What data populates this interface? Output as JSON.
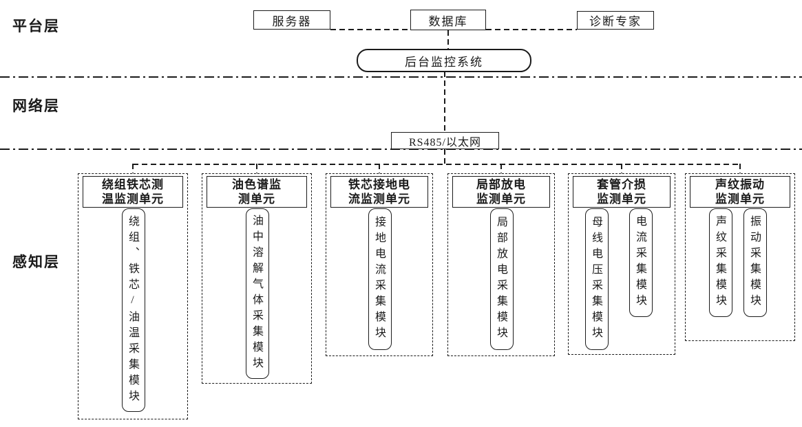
{
  "layers": {
    "platform": "平台层",
    "network": "网络层",
    "perception": "感知层"
  },
  "platform": {
    "server": "服务器",
    "database": "数据库",
    "expert": "诊断专家",
    "monitor": "后台监控系统"
  },
  "network": {
    "link": "RS485/以太网"
  },
  "units": [
    {
      "title": "绕组铁芯测温监测单元",
      "title_lines": [
        "绕组铁芯测",
        "温监测单元"
      ],
      "modules": [
        "绕组、铁芯/油温采集模块"
      ]
    },
    {
      "title": "油色谱监测单元",
      "title_lines": [
        "油色谱监",
        "测单元"
      ],
      "modules": [
        "油中溶解气体采集模块"
      ]
    },
    {
      "title": "铁芯接地电流监测单元",
      "title_lines": [
        "铁芯接地电",
        "流监测单元"
      ],
      "modules": [
        "接地电流采集模块"
      ]
    },
    {
      "title": "局部放电监测单元",
      "title_lines": [
        "局部放电",
        "监测单元"
      ],
      "modules": [
        "局部放电采集模块"
      ]
    },
    {
      "title": "套管介损监测单元",
      "title_lines": [
        "套管介损",
        "监测单元"
      ],
      "modules": [
        "母线电压采集模块",
        "电流采集模块"
      ]
    },
    {
      "title": "声纹振动监测单元",
      "title_lines": [
        "声纹振动",
        "监测单元"
      ],
      "modules": [
        "声纹采集模块",
        "振动采集模块"
      ]
    }
  ],
  "colors": {
    "line": "#1a1a1a",
    "background": "#ffffff"
  }
}
